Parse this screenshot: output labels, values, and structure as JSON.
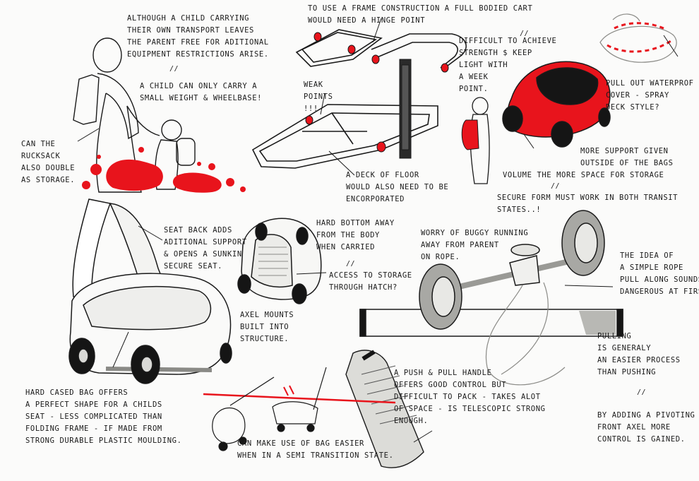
{
  "colors": {
    "accent_red": "#e8141c",
    "ink": "#1a1a1a",
    "grey": "#8a8a86"
  },
  "annotations": {
    "rucksack_transport": "ALTHOUGH A CHILD CARRYING\nTHEIR OWN TRANSPORT LEAVES\nTHE PARENT FREE FOR ADITIONAL\nEQUIPMENT RESTRICTIONS ARISE.",
    "child_weight": "A CHILD CAN ONLY CARRY A\nSMALL WEIGHT & WHEELBASE!",
    "rucksack_storage": "CAN THE\nRUCKSACK\nALSO DOUBLE\nAS STORAGE.",
    "frame_construction": "TO USE A FRAME CONSTRUCTION A FULL BODIED CART\nWOULD NEED A HINGE POINT",
    "strength": "DIFFICULT TO ACHIEVE\nSTRENGTH $ KEEP\nLIGHT WITH\nA WEEK\nPOINT.",
    "weak_points": "WEAK\nPOINTS\n!!!",
    "deck_floor": "A DECK OF FLOOR\nWOULD ALSO NEED TO BE\nENCORPORATED",
    "waterproof_cover": "PULL OUT WATERPROF\nCOVER - SPRAY\nDECK STYLE?",
    "support_bags": "MORE SUPPORT GIVEN\nOUTSIDE OF THE BAGS",
    "volume_storage": "VOLUME THE MORE SPACE FOR STORAGE",
    "secure_transit": "SECURE FORM MUST WORK IN BOTH TRANSIT\nSTATES..!",
    "seat_back": "SEAT BACK ADDS\nADITIONAL SUPPORT\n& OPENS A SUNKIN\nSECURE SEAT.",
    "hard_bottom": "HARD BOTTOM AWAY\nFROM THE BODY\nWHEN CARRIED",
    "storage_hatch": "ACCESS TO STORAGE\nTHROUGH HATCH?",
    "axel_mounts": "AXEL MOUNTS\nBUILT INTO\nSTRUCTURE.",
    "buggy_running": "WORRY OF BUGGY RUNNING\nAWAY FROM PARENT\nON ROPE.",
    "rope_pull": "THE IDEA OF\nA SIMPLE ROPE\nPULL ALONG SOUNDS\nDANGEROUS AT FIRST.",
    "pulling_easier": "PULLING\nIS GENERALY\nAN EASIER PROCESS\nTHAN PUSHING",
    "pivoting_axel": "BY ADDING A PIVOTING\nFRONT AXEL MORE\nCONTROL IS GAINED.",
    "hard_cased_bag": "HARD CASED BAG OFFERS\nA PERFECT SHAPE FOR A CHILDS\nSEAT - LESS COMPLICATED THAN\nFOLDING FRAME - IF MADE FROM\nSTRONG DURABLE PLASTIC MOULDING.",
    "bag_easier": "CAN MAKE USE OF BAG EASIER\nWHEN IN A SEMI TRANSITION STATE.",
    "push_pull_handle": "A PUSH & PULL HANDLE\nOFFERS GOOD CONTROL BUT\nDIFFICULT TO PACK - TAKES ALOT\nOF SPACE - IS TELESCOPIC STRONG\nENOUGH."
  },
  "separators": {
    "divider_mark": "//"
  }
}
